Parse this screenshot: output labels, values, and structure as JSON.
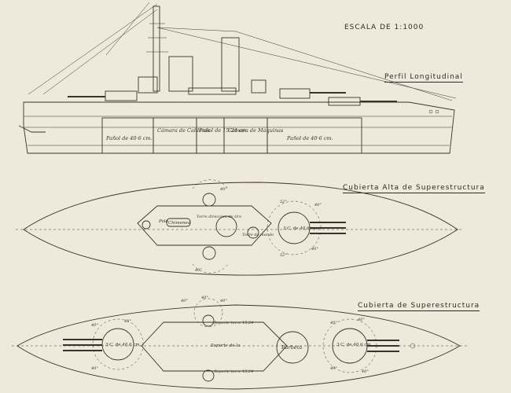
{
  "scale": "ESCALA DE 1:1000",
  "profile": {
    "title": "Perfil Longitudinal",
    "compartments": [
      "Pañol de 40·6 cm.",
      "Cámara de Calderas",
      "Pañol de 15·24 cm.",
      "Cámara de Máquinas",
      "Pañol de 40·6 cm."
    ]
  },
  "upper_deck": {
    "title": "Cubierta Alta de Superestructura",
    "labels": [
      "Polo",
      "Chimenea",
      "Torre direccion de tiro",
      "Torre de mando",
      "3·C. de 40,6 cm."
    ],
    "angles": [
      "40°",
      "40°",
      "52°",
      "52°",
      "40°",
      "40°"
    ]
  },
  "super_deck": {
    "title": "Cubierta de Superestructura",
    "labels": [
      "3·C. de 40,6 cm.",
      "Soporte torre 15,24",
      "Soporte de la",
      "Soporte torre 15,24",
      "Barbeta",
      "3·C. de 40,6 cm."
    ],
    "angles": [
      "40°",
      "40°",
      "40°",
      "40°",
      "45°",
      "40°",
      "40°",
      "40°",
      "40°",
      "40°"
    ]
  }
}
